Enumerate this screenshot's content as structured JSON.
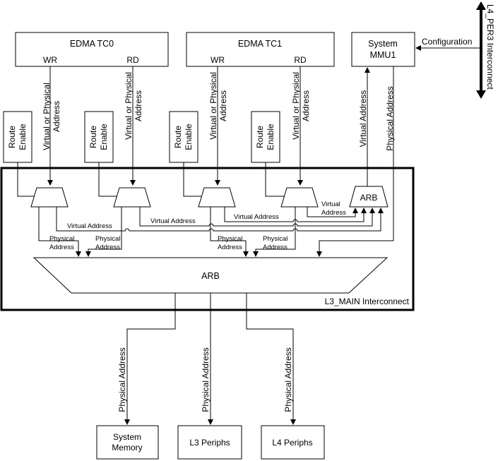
{
  "edma_tc0": {
    "title": "EDMA TC0",
    "wr": "WR",
    "rd": "RD"
  },
  "edma_tc1": {
    "title": "EDMA TC1",
    "wr": "WR",
    "rd": "RD"
  },
  "mmu": {
    "line1": "System",
    "line2": "MMU1"
  },
  "configuration_label": "Configuration",
  "l4_per3_label": "L4_PER3 Interconnect",
  "route_enable": {
    "line1": "Route",
    "line2": "Enable"
  },
  "virtual_or_physical": {
    "line1": "Virtual or Physical",
    "line2": "Address"
  },
  "virtual_address": "Virtual Address",
  "physical_address": "Physical Address",
  "virtual_address_split": {
    "line1": "Virtual",
    "line2": "Address"
  },
  "physical_address_split": {
    "line1": "Physical",
    "line2": "Address"
  },
  "arb_small": "ARB",
  "arb_main": "ARB",
  "l3_main_label": "L3_MAIN Interconnect",
  "targets": {
    "system_memory": {
      "line1": "System",
      "line2": "Memory"
    },
    "l3_periphs": "L3 Periphs",
    "l4_periphs": "L4 Periphs"
  }
}
